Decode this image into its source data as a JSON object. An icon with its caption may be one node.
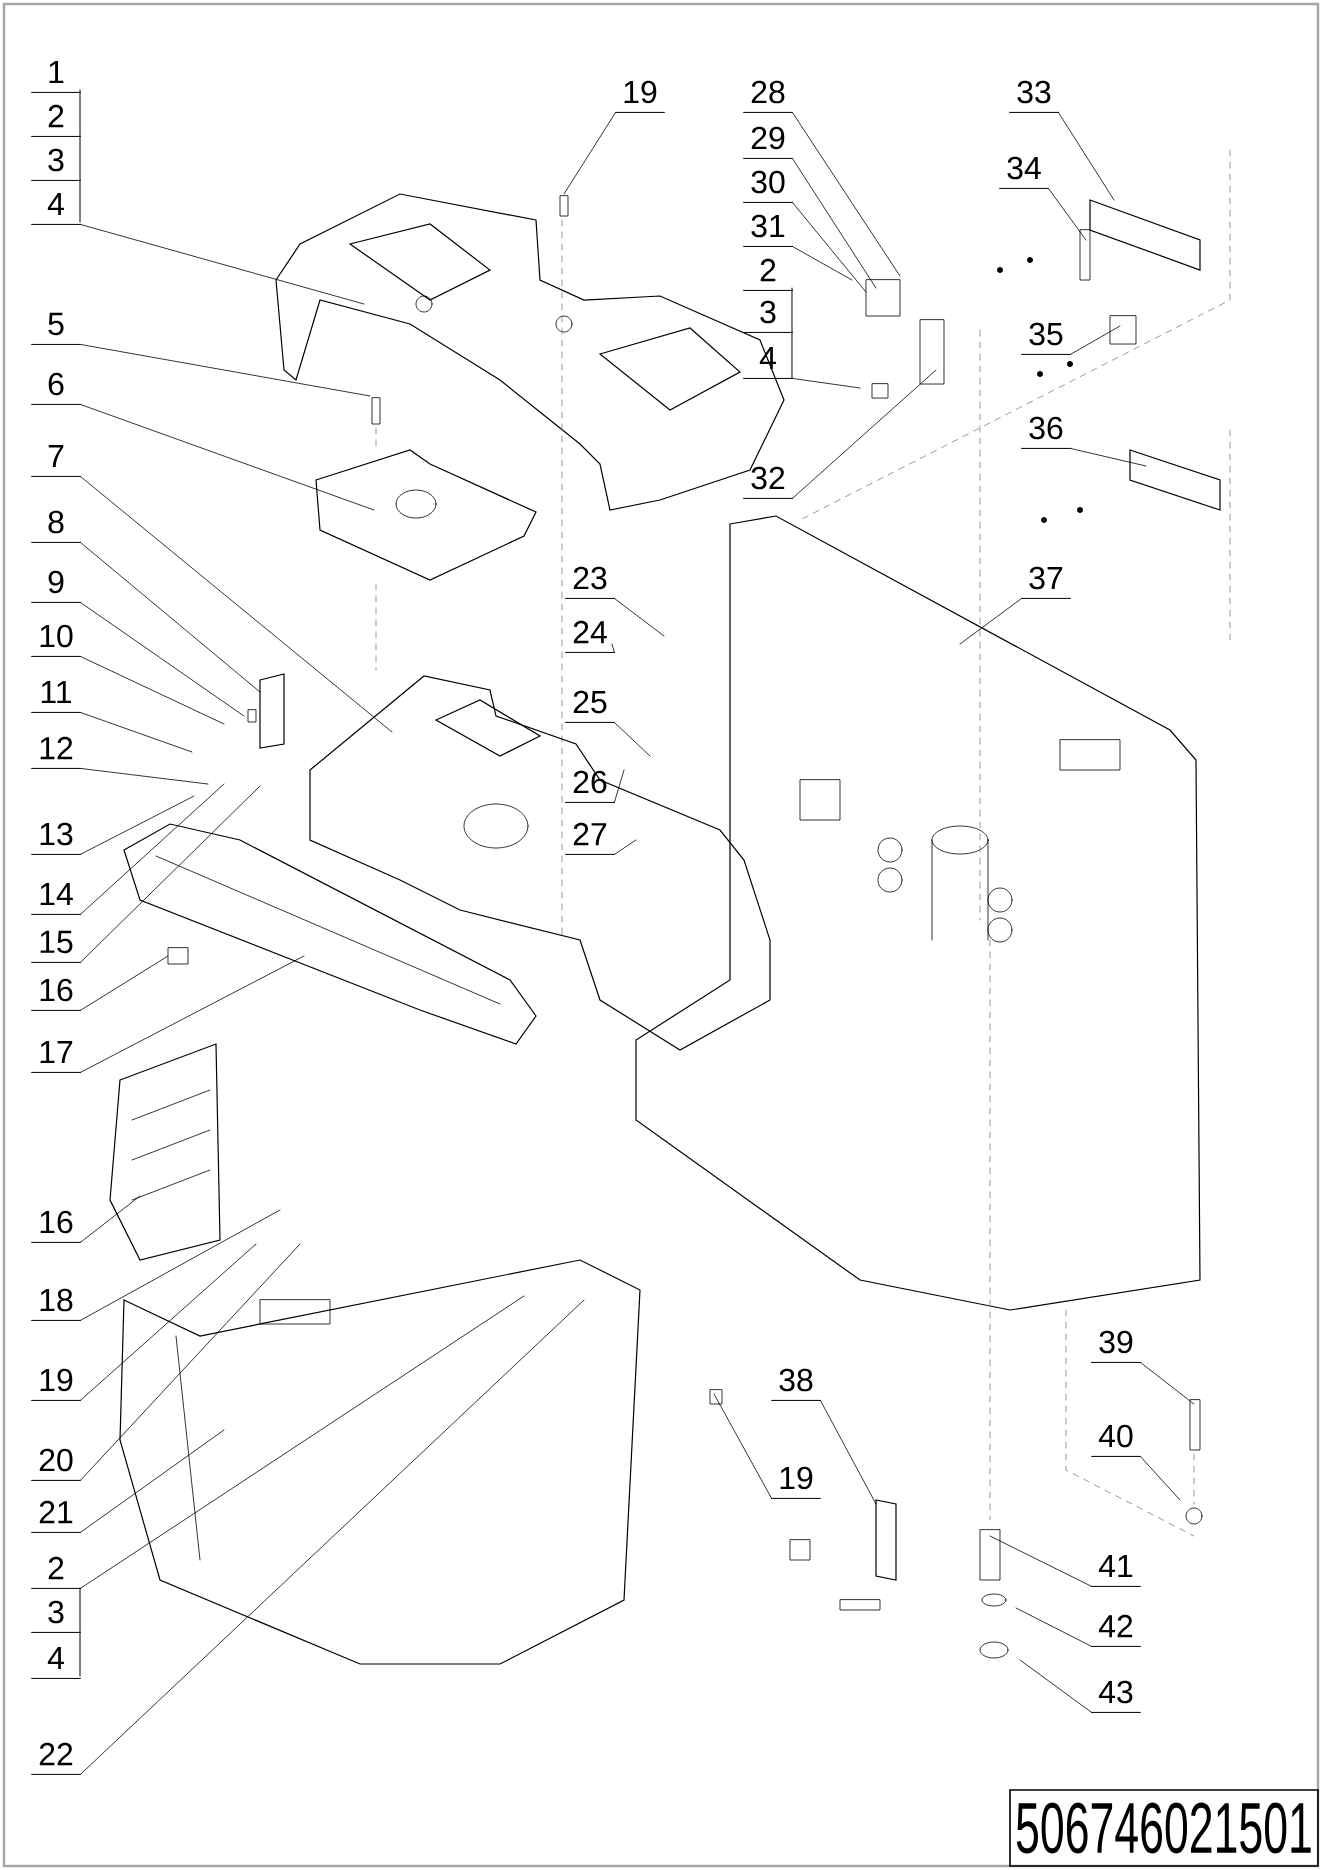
{
  "diagram": {
    "nodes": [
      {
        "text": [
          "4"
        ]
      },
      {
        "text": [
          "5"
        ]
      },
      {
        "text": [
          "6"
        ]
      },
      {
        "text": [
          "7"
        ]
      },
      {
        "text": [
          "8"
        ]
      },
      {
        "text": [
          "9"
        ]
      },
      {
        "text": [
          "10"
        ]
      },
      {
        "text": [
          "11"
        ]
      },
      {
        "text": [
          "12"
        ]
      },
      {
        "text": [
          "13"
        ]
      },
      {
        "text": [
          "14"
        ]
      },
      {
        "text": [
          "15"
        ]
      },
      {
        "text": [
          "16"
        ]
      },
      {
        "text": [
          "17"
        ]
      },
      {
        "text": [
          "16"
        ]
      },
      {
        "text": [
          "18"
        ]
      },
      {
        "text": [
          "19"
        ]
      },
      {
        "text": [
          "20"
        ]
      },
      {
        "text": [
          "21"
        ]
      },
      {
        "text": [
          "2"
        ]
      },
      {
        "text": [
          "22"
        ]
      },
      {
        "text": [
          "19"
        ]
      },
      {
        "text": [
          "23"
        ]
      },
      {
        "text": [
          "24"
        ]
      },
      {
        "text": [
          "25"
        ]
      },
      {
        "text": [
          "26"
        ]
      },
      {
        "text": [
          "27"
        ]
      },
      {
        "text": [
          "28"
        ]
      },
      {
        "text": [
          "29"
        ]
      },
      {
        "text": [
          "30"
        ]
      },
      {
        "text": [
          "31"
        ]
      },
      {
        "text": [
          "4"
        ]
      },
      {
        "text": [
          "32"
        ]
      },
      {
        "text": [
          "33"
        ]
      },
      {
        "text": [
          "34"
        ]
      },
      {
        "text": [
          "35"
        ]
      },
      {
        "text": [
          "36"
        ]
      },
      {
        "text": [
          "37"
        ]
      },
      {
        "text": [
          "38"
        ]
      },
      {
        "text": [
          "19"
        ]
      },
      {
        "text": [
          "39"
        ]
      },
      {
        "text": [
          "40"
        ]
      },
      {
        "text": [
          "41"
        ]
      },
      {
        "text": [
          "42"
        ]
      },
      {
        "text": [
          "43"
        ]
      },
      {
        "text": [
          "506746021501"
        ]
      }
    ],
    "edges": [
      {
        "from": 0,
        "to": null,
        "arrow": "none"
      },
      {
        "from": 1,
        "to": null,
        "arrow": "none"
      },
      {
        "from": 2,
        "to": null,
        "arrow": "none"
      },
      {
        "from": 3,
        "to": null,
        "arrow": "none"
      },
      {
        "from": 4,
        "to": null,
        "arrow": "none"
      },
      {
        "from": 5,
        "to": null,
        "arrow": "none"
      },
      {
        "from": 6,
        "to": null,
        "arrow": "none"
      },
      {
        "from": 7,
        "to": null,
        "arrow": "none"
      },
      {
        "from": 8,
        "to": null,
        "arrow": "none"
      },
      {
        "from": 9,
        "to": null,
        "arrow": "none"
      },
      {
        "from": 10,
        "to": null,
        "arrow": "none"
      },
      {
        "from": 11,
        "to": null,
        "arrow": "none"
      },
      {
        "from": 12,
        "to": null,
        "arrow": "none"
      },
      {
        "from": 13,
        "to": null,
        "arrow": "none"
      },
      {
        "from": 14,
        "to": null,
        "arrow": "none"
      },
      {
        "from": 15,
        "to": null,
        "arrow": "none"
      },
      {
        "from": 16,
        "to": null,
        "arrow": "none"
      },
      {
        "from": 17,
        "to": null,
        "arrow": "none"
      },
      {
        "from": 18,
        "to": null,
        "arrow": "none"
      },
      {
        "from": 19,
        "to": null,
        "arrow": "none"
      },
      {
        "from": 20,
        "to": null,
        "arrow": "none"
      },
      {
        "from": 21,
        "to": null,
        "arrow": "none"
      },
      {
        "from": 22,
        "to": null,
        "arrow": "none"
      },
      {
        "from": 23,
        "to": null,
        "arrow": "none"
      },
      {
        "from": 24,
        "to": null,
        "arrow": "none"
      },
      {
        "from": 25,
        "to": null,
        "arrow": "none"
      },
      {
        "from": 26,
        "to": null,
        "arrow": "none"
      },
      {
        "from": 27,
        "to": null,
        "arrow": "none"
      },
      {
        "from": 28,
        "to": null,
        "arrow": "none"
      },
      {
        "from": 29,
        "to": null,
        "arrow": "none"
      },
      {
        "from": 30,
        "to": null,
        "arrow": "none"
      },
      {
        "from": 31,
        "to": null,
        "arrow": "none"
      },
      {
        "from": 32,
        "to": null,
        "arrow": "none"
      },
      {
        "from": 33,
        "to": null,
        "arrow": "none"
      },
      {
        "from": 34,
        "to": null,
        "arrow": "none"
      },
      {
        "from": 35,
        "to": null,
        "arrow": "none"
      },
      {
        "from": 36,
        "to": null,
        "arrow": "none"
      },
      {
        "from": 37,
        "to": null,
        "arrow": "none"
      },
      {
        "from": 38,
        "to": null,
        "arrow": "none"
      },
      {
        "from": 39,
        "to": null,
        "arrow": "none"
      },
      {
        "from": 40,
        "to": null,
        "arrow": "none"
      },
      {
        "from": 41,
        "to": null,
        "arrow": "none"
      },
      {
        "from": 42,
        "to": null,
        "arrow": "none"
      },
      {
        "from": 43,
        "to": null,
        "arrow": "none"
      },
      {
        "from": 44,
        "to": null,
        "arrow": "none"
      }
    ],
    "labels": [
      "1",
      "2",
      "3",
      "2",
      "3",
      "3",
      "4"
    ]
  }
}
